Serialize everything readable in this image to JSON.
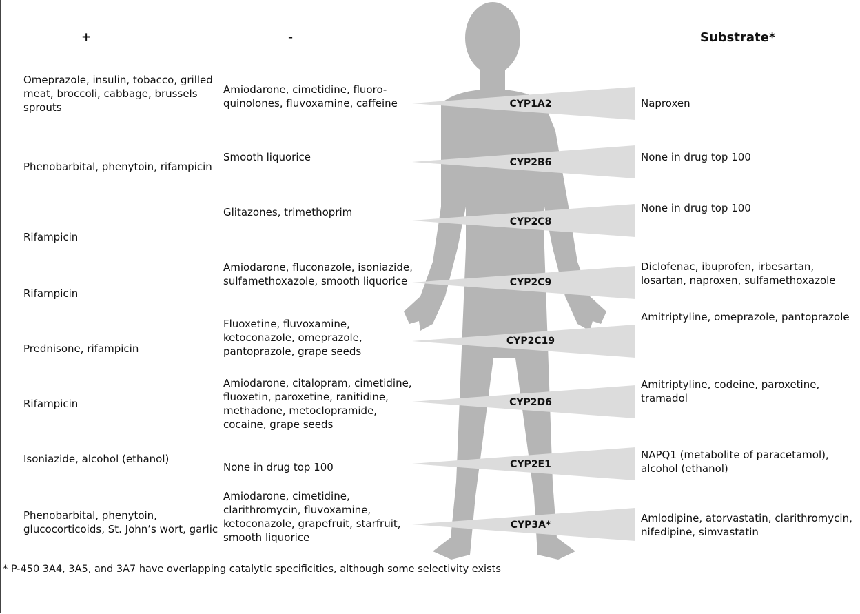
{
  "headers": {
    "inducers": "+",
    "inhibitors": "-",
    "substrate": "Substrate*"
  },
  "rows": [
    {
      "enzyme": "CYP1A2",
      "inducers": "Omeprazole, insulin, tobacco, grilled meat, broccoli, cabbage, brussels sprouts",
      "inhibitors": "Amiodarone, cimetidine, fluoro-quinolones, fluvoxamine, caffeine",
      "substrates": "Naproxen"
    },
    {
      "enzyme": "CYP2B6",
      "inducers": "Phenobarbital, phenytoin, rifampicin",
      "inhibitors": "Smooth liquorice",
      "substrates": "None in drug top 100"
    },
    {
      "enzyme": "CYP2C8",
      "inducers": "Rifampicin",
      "inhibitors": "Glitazones, trimethoprim",
      "substrates": "None in drug top 100"
    },
    {
      "enzyme": "CYP2C9",
      "inducers": "Rifampicin",
      "inhibitors": "Amiodarone, fluconazole, isoniazide, sulfamethoxazole, smooth liquorice",
      "substrates": "Diclofenac, ibuprofen, irbesartan, losartan, naproxen, sulfamethoxazole"
    },
    {
      "enzyme": "CYP2C19",
      "inducers": "Prednisone, rifampicin",
      "inhibitors": "Fluoxetine, fluvoxamine, ketoconazole, omeprazole, pantoprazole, grape seeds",
      "substrates": "Amitriptyline, omeprazole, pantoprazole"
    },
    {
      "enzyme": "CYP2D6",
      "inducers": "Rifampicin",
      "inhibitors": "Amiodarone, citalopram, cimetidine, fluoxetin, paroxetine, ranitidine, methadone, metoclopramide, cocaine, grape seeds",
      "substrates": "Amitriptyline, codeine, paroxetine, tramadol"
    },
    {
      "enzyme": "CYP2E1",
      "inducers": "Isoniazide, alcohol (ethanol)",
      "inhibitors": "None in drug top 100",
      "substrates": "NAPQ1 (metabolite of paracetamol), alcohol (ethanol)"
    },
    {
      "enzyme": "CYP3A*",
      "inducers": "Phenobarbital, phenytoin, glucocorticoids, St. John’s wort, garlic",
      "inhibitors": "Amiodarone, cimetidine, clarithromycin, fluvoxamine, ketoconazole, grapefruit, starfruit, smooth liquorice",
      "substrates": "Amlodipine, atorvastatin, clarithromycin, nifedipine, simvastatin"
    }
  ],
  "footnote": "* P-450 3A4, 3A5, and 3A7 have overlapping catalytic specificities, although some selectivity exists",
  "colors": {
    "silhouette": "#b5b5b5",
    "wedge": "#dcdcdc"
  }
}
